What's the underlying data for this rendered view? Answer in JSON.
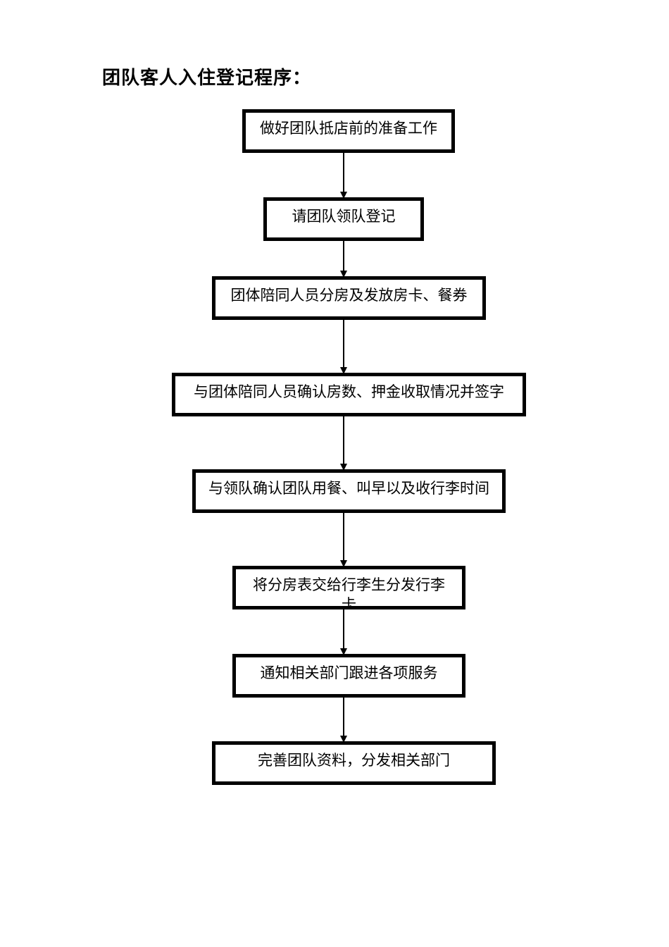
{
  "title": "团队客人入住登记程序：",
  "steps": [
    "做好团队抵店前的准备工作",
    "请团队领队登记",
    "团体陪同人员分房及发放房卡、餐券",
    "与团体陪同人员确认房数、押金收取情况并签字",
    "与领队确认团队用餐、叫早以及收行李时间",
    "将分房表交给行李生分发行李卡",
    "通知相关部门跟进各项服务",
    "完善团队资料，分发相关部门"
  ]
}
